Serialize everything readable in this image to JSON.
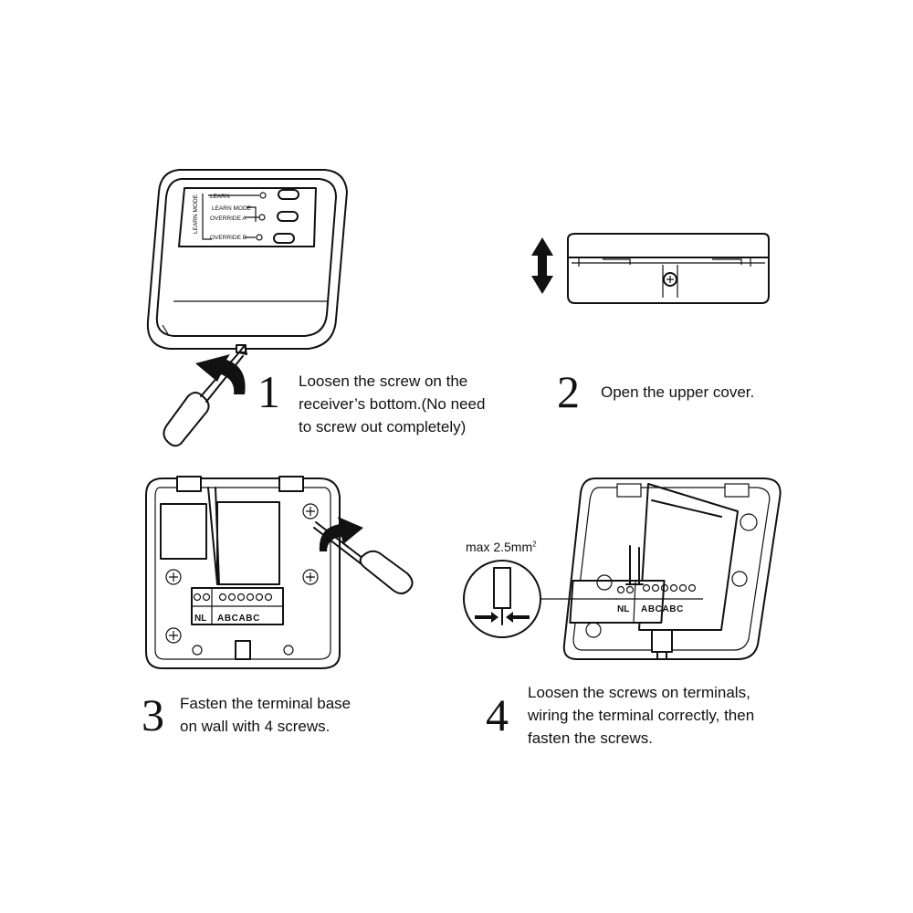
{
  "steps": [
    {
      "number": "1",
      "lines": [
        "Loosen the screw on the",
        "receiver’s bottom.(No need",
        "to screw out completely)"
      ]
    },
    {
      "number": "2",
      "lines": [
        "Open the upper cover."
      ]
    },
    {
      "number": "3",
      "lines": [
        "Fasten the terminal base",
        "on wall with 4 screws."
      ]
    },
    {
      "number": "4",
      "lines": [
        "Loosen the screws on terminals,",
        "wiring the terminal correctly, then",
        "fasten the screws."
      ]
    }
  ],
  "panel": {
    "side_label": "LEARN MODE",
    "learn": "LEARN",
    "learn_mode": "LEARN MODE",
    "override_a": "OVERRIDE A",
    "override_b": "OVERRIDE B"
  },
  "terminals": {
    "nl": "NL",
    "abc": "ABCABC"
  },
  "wire": {
    "max_text": "max 2.5mm",
    "max_sup": "2"
  },
  "icons": [
    "screwdriver-icon",
    "rotate-arrow-icon",
    "double-arrow-icon",
    "screw-icon"
  ]
}
